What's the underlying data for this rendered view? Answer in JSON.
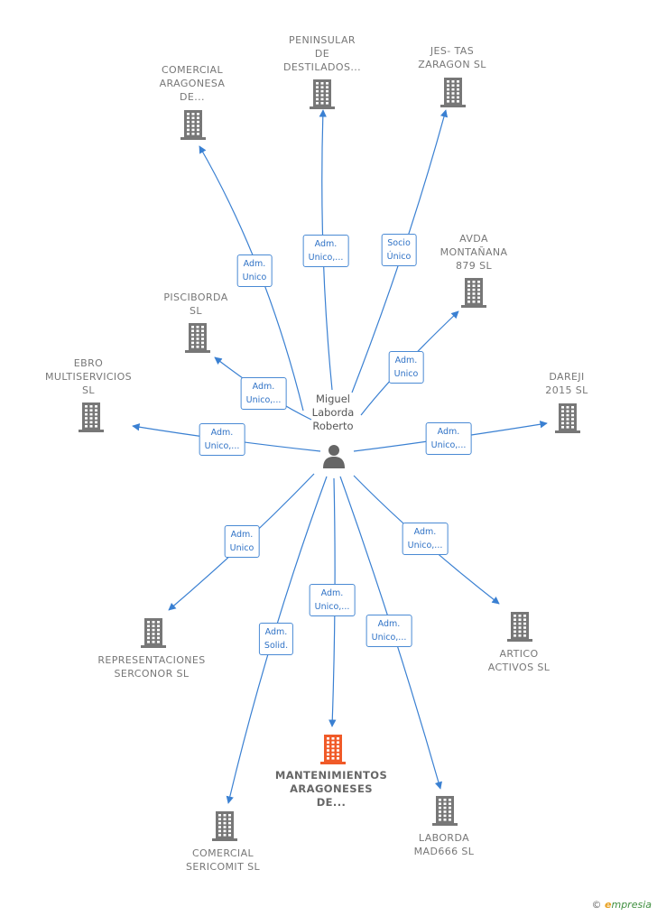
{
  "center": {
    "name": "Miguel\nLaborda\nRoberto",
    "icon": "person-icon"
  },
  "colors": {
    "edge": "#3a80d2",
    "building": "#777777",
    "building_main": "#f05a28",
    "label_border": "#4a8ad4"
  },
  "nodes": [
    {
      "id": "comercial-aragonesa",
      "label": "COMERCIAL\nARAGONESA\nDE...",
      "main": false
    },
    {
      "id": "peninsular-destilados",
      "label": "PENINSULAR\nDE\nDESTILADOS...",
      "main": false
    },
    {
      "id": "jes-tas-zaragon",
      "label": "JES- TAS\nZARAGON  SL",
      "main": false
    },
    {
      "id": "avda-montanana",
      "label": "AVDA\nMONTAÑANA\n879  SL",
      "main": false
    },
    {
      "id": "pisciborda",
      "label": "PISCIBORDA\nSL",
      "main": false
    },
    {
      "id": "ebro-multiservicios",
      "label": "EBRO\nMULTISERVICIOS\nSL",
      "main": false
    },
    {
      "id": "dareji",
      "label": "DAREJI\n2015  SL",
      "main": false
    },
    {
      "id": "representaciones-serconor",
      "label": "REPRESENTACIONES\nSERCONOR  SL",
      "main": false
    },
    {
      "id": "artico-activos",
      "label": "ARTICO\nACTIVOS  SL",
      "main": false
    },
    {
      "id": "mantenimientos-aragoneses",
      "label": "MANTENIMIENTOS\nARAGONESES\nDE...",
      "main": true
    },
    {
      "id": "comercial-sericomit",
      "label": "COMERCIAL\nSERICOMIT  SL",
      "main": false
    },
    {
      "id": "laborda-mad666",
      "label": "LABORDA\nMAD666  SL",
      "main": false
    }
  ],
  "edges": [
    {
      "to": "comercial-aragonesa",
      "label": "Adm.\nUnico"
    },
    {
      "to": "peninsular-destilados",
      "label": "Adm.\nUnico,..."
    },
    {
      "to": "jes-tas-zaragon",
      "label": "Socio\nÚnico"
    },
    {
      "to": "avda-montanana",
      "label": "Adm.\nUnico"
    },
    {
      "to": "pisciborda",
      "label": "Adm.\nUnico,..."
    },
    {
      "to": "ebro-multiservicios",
      "label": "Adm.\nUnico,..."
    },
    {
      "to": "dareji",
      "label": "Adm.\nUnico,..."
    },
    {
      "to": "representaciones-serconor",
      "label": "Adm.\nUnico"
    },
    {
      "to": "artico-activos",
      "label": "Adm.\nUnico,..."
    },
    {
      "to": "mantenimientos-aragoneses",
      "label": "Adm.\nUnico,..."
    },
    {
      "to": "comercial-sericomit",
      "label": "Adm.\nSolid."
    },
    {
      "to": "laborda-mad666",
      "label": "Adm.\nUnico,..."
    }
  ],
  "footer": {
    "copyright": "©",
    "brand_initial": "e",
    "brand_rest": "mpresia"
  }
}
